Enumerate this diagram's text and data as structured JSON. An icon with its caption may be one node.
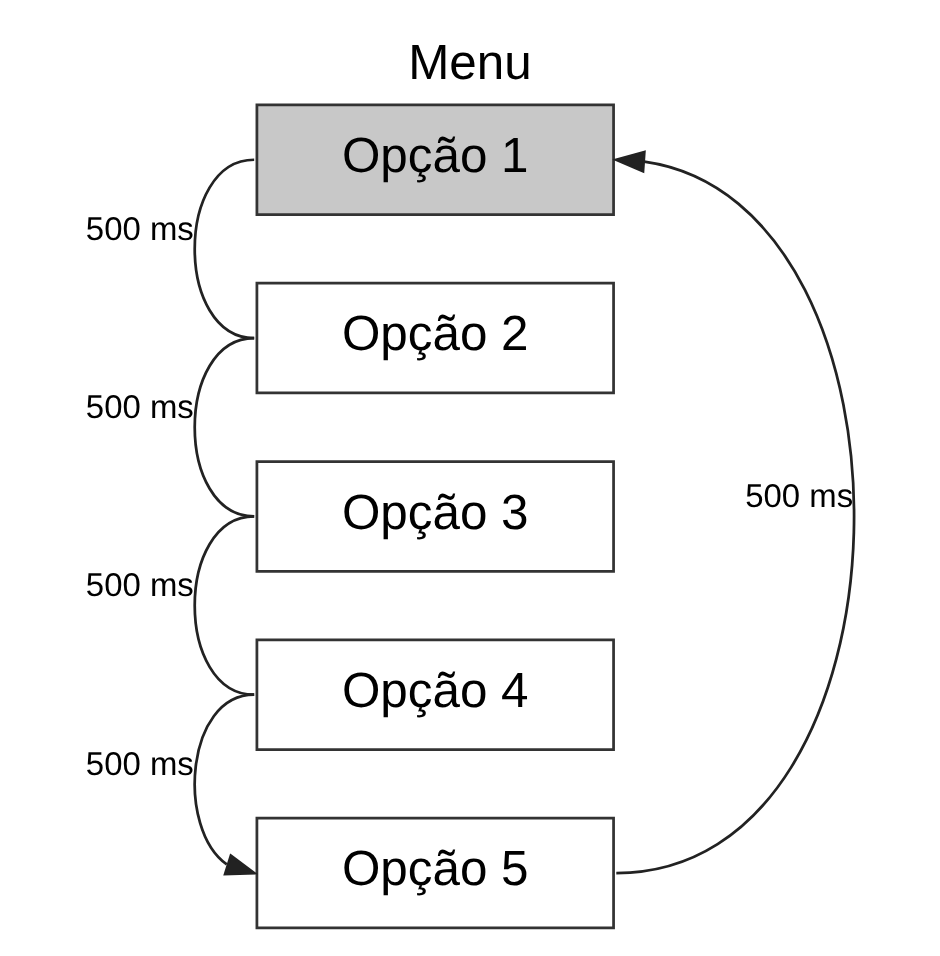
{
  "diagram": {
    "title": "Menu",
    "nodes": [
      {
        "text": [
          "Opção 1"
        ]
      },
      {
        "text": [
          "Opção 2"
        ]
      },
      {
        "text": [
          "Opção 3"
        ]
      },
      {
        "text": [
          "Opção 4"
        ]
      },
      {
        "text": [
          "Opção 5"
        ]
      }
    ],
    "edges": [
      {
        "from": 0,
        "to": 1,
        "arrow": "none",
        "label": "500 ms"
      },
      {
        "from": 1,
        "to": 2,
        "arrow": "none",
        "label": "500 ms"
      },
      {
        "from": 2,
        "to": 3,
        "arrow": "none",
        "label": "500 ms"
      },
      {
        "from": 3,
        "to": 4,
        "arrow": "to",
        "label": "500 ms"
      },
      {
        "from": 4,
        "to": 0,
        "arrow": "to",
        "label": "500 ms"
      }
    ]
  }
}
